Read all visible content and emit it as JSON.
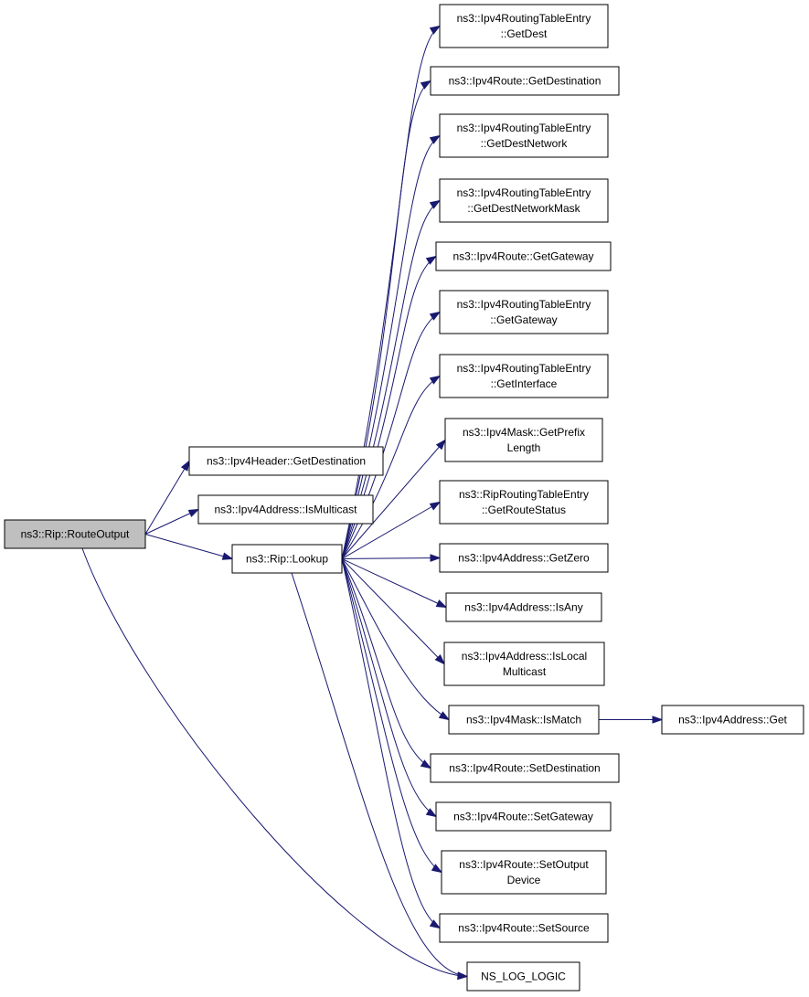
{
  "diagram": {
    "type": "call-graph",
    "colors": {
      "edge": "#191970",
      "root_fill": "#bfbfbf",
      "node_fill": "#ffffff",
      "node_border": "#000000"
    },
    "nodes": [
      {
        "id": "route_output",
        "lines": [
          "ns3::Rip::RouteOutput"
        ],
        "root": true
      },
      {
        "id": "ipv4header_getdestination",
        "lines": [
          "ns3::Ipv4Header::GetDestination"
        ]
      },
      {
        "id": "ipv4address_ismulticast",
        "lines": [
          "ns3::Ipv4Address::IsMulticast"
        ]
      },
      {
        "id": "rip_lookup",
        "lines": [
          "ns3::Rip::Lookup"
        ]
      },
      {
        "id": "rte_getdest",
        "lines": [
          "ns3::Ipv4RoutingTableEntry",
          "::GetDest"
        ]
      },
      {
        "id": "route_getdestination",
        "lines": [
          "ns3::Ipv4Route::GetDestination"
        ]
      },
      {
        "id": "rte_getdestnetwork",
        "lines": [
          "ns3::Ipv4RoutingTableEntry",
          "::GetDestNetwork"
        ]
      },
      {
        "id": "rte_getdestnetworkmask",
        "lines": [
          "ns3::Ipv4RoutingTableEntry",
          "::GetDestNetworkMask"
        ]
      },
      {
        "id": "route_getgateway",
        "lines": [
          "ns3::Ipv4Route::GetGateway"
        ]
      },
      {
        "id": "rte_getgateway",
        "lines": [
          "ns3::Ipv4RoutingTableEntry",
          "::GetGateway"
        ]
      },
      {
        "id": "rte_getinterface",
        "lines": [
          "ns3::Ipv4RoutingTableEntry",
          "::GetInterface"
        ]
      },
      {
        "id": "mask_getprefixlength",
        "lines": [
          "ns3::Ipv4Mask::GetPrefix",
          "Length"
        ]
      },
      {
        "id": "riprte_getroutestatus",
        "lines": [
          "ns3::RipRoutingTableEntry",
          "::GetRouteStatus"
        ]
      },
      {
        "id": "address_getzero",
        "lines": [
          "ns3::Ipv4Address::GetZero"
        ]
      },
      {
        "id": "address_isany",
        "lines": [
          "ns3::Ipv4Address::IsAny"
        ]
      },
      {
        "id": "address_islocalmulticast",
        "lines": [
          "ns3::Ipv4Address::IsLocal",
          "Multicast"
        ]
      },
      {
        "id": "mask_ismatch",
        "lines": [
          "ns3::Ipv4Mask::IsMatch"
        ]
      },
      {
        "id": "address_get",
        "lines": [
          "ns3::Ipv4Address::Get"
        ]
      },
      {
        "id": "route_setdestination",
        "lines": [
          "ns3::Ipv4Route::SetDestination"
        ]
      },
      {
        "id": "route_setgateway",
        "lines": [
          "ns3::Ipv4Route::SetGateway"
        ]
      },
      {
        "id": "route_setoutputdevice",
        "lines": [
          "ns3::Ipv4Route::SetOutput",
          "Device"
        ]
      },
      {
        "id": "route_setsource",
        "lines": [
          "ns3::Ipv4Route::SetSource"
        ]
      },
      {
        "id": "ns_log_logic",
        "lines": [
          "NS_LOG_LOGIC"
        ]
      }
    ],
    "edges": [
      [
        "route_output",
        "ipv4header_getdestination"
      ],
      [
        "route_output",
        "ipv4address_ismulticast"
      ],
      [
        "route_output",
        "rip_lookup"
      ],
      [
        "route_output",
        "ns_log_logic"
      ],
      [
        "rip_lookup",
        "rte_getdest"
      ],
      [
        "rip_lookup",
        "route_getdestination"
      ],
      [
        "rip_lookup",
        "rte_getdestnetwork"
      ],
      [
        "rip_lookup",
        "rte_getdestnetworkmask"
      ],
      [
        "rip_lookup",
        "route_getgateway"
      ],
      [
        "rip_lookup",
        "rte_getgateway"
      ],
      [
        "rip_lookup",
        "rte_getinterface"
      ],
      [
        "rip_lookup",
        "mask_getprefixlength"
      ],
      [
        "rip_lookup",
        "riprte_getroutestatus"
      ],
      [
        "rip_lookup",
        "address_getzero"
      ],
      [
        "rip_lookup",
        "address_isany"
      ],
      [
        "rip_lookup",
        "address_islocalmulticast"
      ],
      [
        "rip_lookup",
        "mask_ismatch"
      ],
      [
        "rip_lookup",
        "route_setdestination"
      ],
      [
        "rip_lookup",
        "route_setgateway"
      ],
      [
        "rip_lookup",
        "route_setoutputdevice"
      ],
      [
        "rip_lookup",
        "route_setsource"
      ],
      [
        "rip_lookup",
        "ns_log_logic"
      ],
      [
        "mask_ismatch",
        "address_get"
      ]
    ]
  }
}
